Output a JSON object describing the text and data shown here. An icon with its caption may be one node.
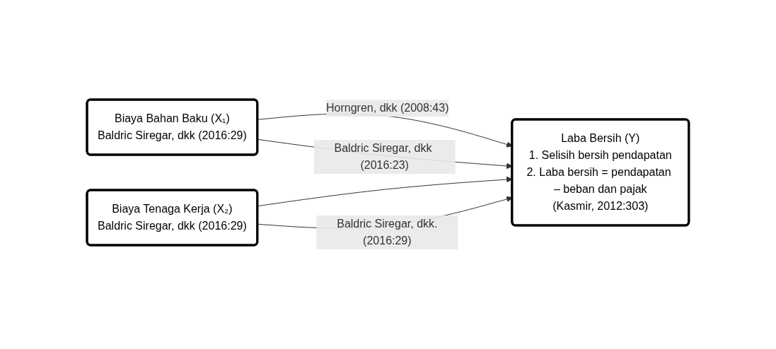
{
  "diagram": {
    "nodes": [
      {
        "text": [
          "Biaya Bahan Baku (X₁)",
          "Baldric Siregar, dkk (2016:29)"
        ]
      },
      {
        "text": [
          "Biaya Tenaga Kerja (X₂)",
          "Baldric Siregar, dkk (2016:29)"
        ]
      },
      {
        "text": [
          "Laba Bersih (Y)",
          "1. Selisih bersih pendapatan",
          "2. Laba bersih = pendapatan – beban dan pajak",
          "(Kasmir, 2012:303)"
        ]
      }
    ],
    "edges": [
      {
        "from": 0,
        "to": 2,
        "arrow": "to",
        "label": "Horngren, dkk (2008:43)"
      },
      {
        "from": 0,
        "to": 2,
        "arrow": "to",
        "label": "Baldric Siregar, dkk (2016:23)"
      },
      {
        "from": 1,
        "to": 2,
        "arrow": "to"
      },
      {
        "from": 1,
        "to": 2,
        "arrow": "to",
        "label": "Baldric Siregar, dkk.(2016:29)"
      }
    ]
  }
}
